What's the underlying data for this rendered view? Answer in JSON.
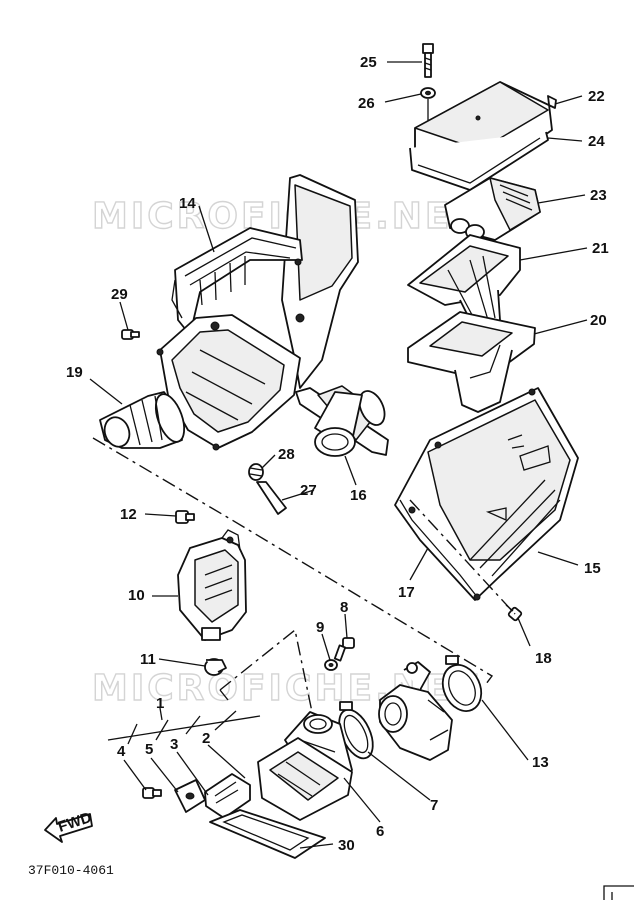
{
  "watermark": "MICROFICHE.NET",
  "drawing_code": "37F010-4061",
  "fwd_label": "FWD",
  "callouts": [
    {
      "id": "25",
      "text": "25"
    },
    {
      "id": "26",
      "text": "26"
    },
    {
      "id": "22",
      "text": "22"
    },
    {
      "id": "24",
      "text": "24"
    },
    {
      "id": "23",
      "text": "23"
    },
    {
      "id": "14",
      "text": "14"
    },
    {
      "id": "21",
      "text": "21"
    },
    {
      "id": "29",
      "text": "29"
    },
    {
      "id": "20",
      "text": "20"
    },
    {
      "id": "19",
      "text": "19"
    },
    {
      "id": "28",
      "text": "28"
    },
    {
      "id": "27",
      "text": "27"
    },
    {
      "id": "16",
      "text": "16"
    },
    {
      "id": "12",
      "text": "12"
    },
    {
      "id": "15",
      "text": "15"
    },
    {
      "id": "17",
      "text": "17"
    },
    {
      "id": "10",
      "text": "10"
    },
    {
      "id": "8",
      "text": "8"
    },
    {
      "id": "9",
      "text": "9"
    },
    {
      "id": "18",
      "text": "18"
    },
    {
      "id": "11",
      "text": "11"
    },
    {
      "id": "1",
      "text": "1"
    },
    {
      "id": "13",
      "text": "13"
    },
    {
      "id": "4",
      "text": "4"
    },
    {
      "id": "5",
      "text": "5"
    },
    {
      "id": "3",
      "text": "3"
    },
    {
      "id": "2",
      "text": "2"
    },
    {
      "id": "7",
      "text": "7"
    },
    {
      "id": "6",
      "text": "6"
    },
    {
      "id": "30",
      "text": "30"
    }
  ]
}
